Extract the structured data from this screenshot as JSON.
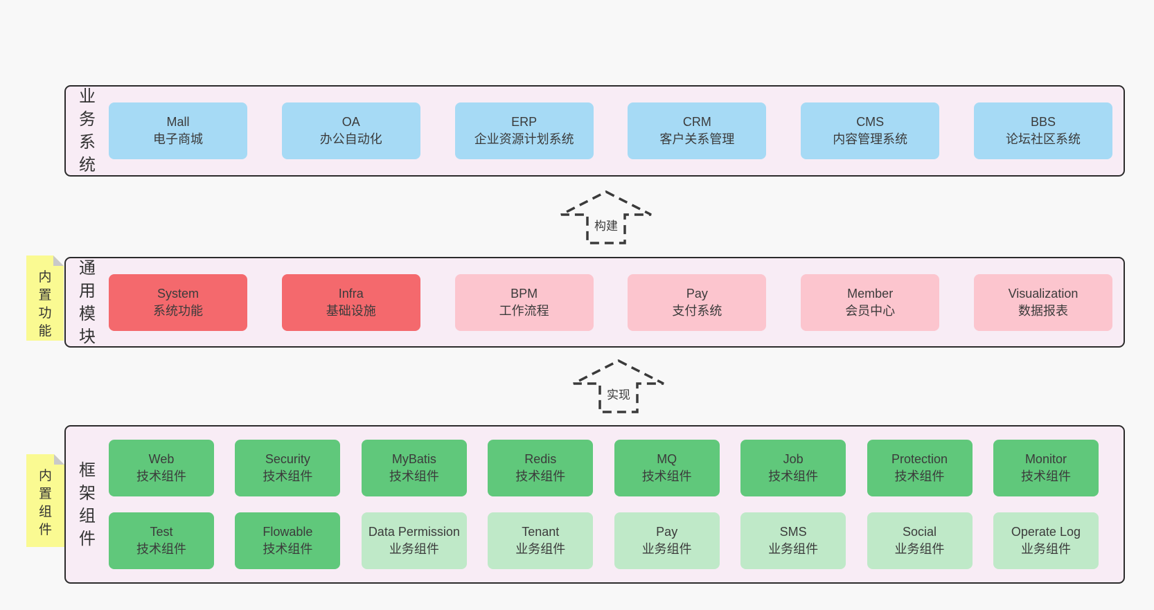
{
  "colors": {
    "page_bg": "#f8f8f8",
    "band_bg": "#f8ecf5",
    "band_border": "#2b2b2b",
    "blue": "#a6daf5",
    "red": "#f4696d",
    "pink": "#fcc5ce",
    "green_dark": "#60c87b",
    "green_light": "#bfe9c8",
    "sticky_yellow": "#fafa92",
    "sticky_fold": "#c9c9c9",
    "text": "#3b3b3b"
  },
  "arrows": [
    {
      "label": "构建"
    },
    {
      "label": "实现"
    }
  ],
  "bands": [
    {
      "label": "业务系统",
      "boxes": [
        {
          "title": "Mall",
          "subtitle": "电子商城",
          "variant": "blue"
        },
        {
          "title": "OA",
          "subtitle": "办公自动化",
          "variant": "blue"
        },
        {
          "title": "ERP",
          "subtitle": "企业资源计划系统",
          "variant": "blue"
        },
        {
          "title": "CRM",
          "subtitle": "客户关系管理",
          "variant": "blue"
        },
        {
          "title": "CMS",
          "subtitle": "内容管理系统",
          "variant": "blue"
        },
        {
          "title": "BBS",
          "subtitle": "论坛社区系统",
          "variant": "blue"
        }
      ]
    },
    {
      "label": "通用模块",
      "sticky": "内置功能",
      "boxes": [
        {
          "title": "System",
          "subtitle": "系统功能",
          "variant": "red"
        },
        {
          "title": "Infra",
          "subtitle": "基础设施",
          "variant": "red"
        },
        {
          "title": "BPM",
          "subtitle": "工作流程",
          "variant": "pink"
        },
        {
          "title": "Pay",
          "subtitle": "支付系统",
          "variant": "pink"
        },
        {
          "title": "Member",
          "subtitle": "会员中心",
          "variant": "pink"
        },
        {
          "title": "Visualization",
          "subtitle": "数据报表",
          "variant": "pink"
        }
      ]
    },
    {
      "label": "框架组件",
      "sticky": "内置组件",
      "rows": [
        [
          {
            "title": "Web",
            "subtitle": "技术组件",
            "variant": "green_dark"
          },
          {
            "title": "Security",
            "subtitle": "技术组件",
            "variant": "green_dark"
          },
          {
            "title": "MyBatis",
            "subtitle": "技术组件",
            "variant": "green_dark"
          },
          {
            "title": "Redis",
            "subtitle": "技术组件",
            "variant": "green_dark"
          },
          {
            "title": "MQ",
            "subtitle": "技术组件",
            "variant": "green_dark"
          },
          {
            "title": "Job",
            "subtitle": "技术组件",
            "variant": "green_dark"
          },
          {
            "title": "Protection",
            "subtitle": "技术组件",
            "variant": "green_dark"
          },
          {
            "title": "Monitor",
            "subtitle": "技术组件",
            "variant": "green_dark"
          }
        ],
        [
          {
            "title": "Test",
            "subtitle": "技术组件",
            "variant": "green_dark"
          },
          {
            "title": "Flowable",
            "subtitle": "技术组件",
            "variant": "green_dark"
          },
          {
            "title": "Data Permission",
            "subtitle": "业务组件",
            "variant": "green_light"
          },
          {
            "title": "Tenant",
            "subtitle": "业务组件",
            "variant": "green_light"
          },
          {
            "title": "Pay",
            "subtitle": "业务组件",
            "variant": "green_light"
          },
          {
            "title": "SMS",
            "subtitle": "业务组件",
            "variant": "green_light"
          },
          {
            "title": "Social",
            "subtitle": "业务组件",
            "variant": "green_light"
          },
          {
            "title": "Operate Log",
            "subtitle": "业务组件",
            "variant": "green_light"
          }
        ]
      ]
    }
  ]
}
